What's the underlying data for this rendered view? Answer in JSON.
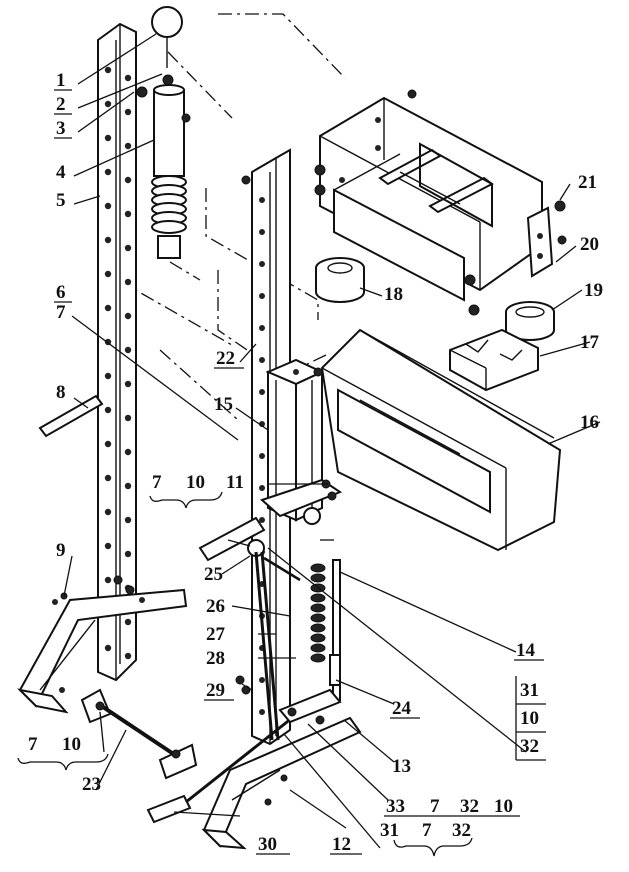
{
  "figure": {
    "labels": [
      "1",
      "2",
      "3",
      "4",
      "5",
      "6",
      "7",
      "8",
      "9",
      "7",
      "10",
      "23",
      "22",
      "15",
      "7",
      "10",
      "11",
      "25",
      "26",
      "27",
      "28",
      "29",
      "30",
      "12",
      "31",
      "7",
      "32",
      "33",
      "7",
      "32",
      "10",
      "13",
      "24",
      "14",
      "31",
      "10",
      "32",
      "21",
      "20",
      "18",
      "19",
      "17",
      "16"
    ]
  }
}
